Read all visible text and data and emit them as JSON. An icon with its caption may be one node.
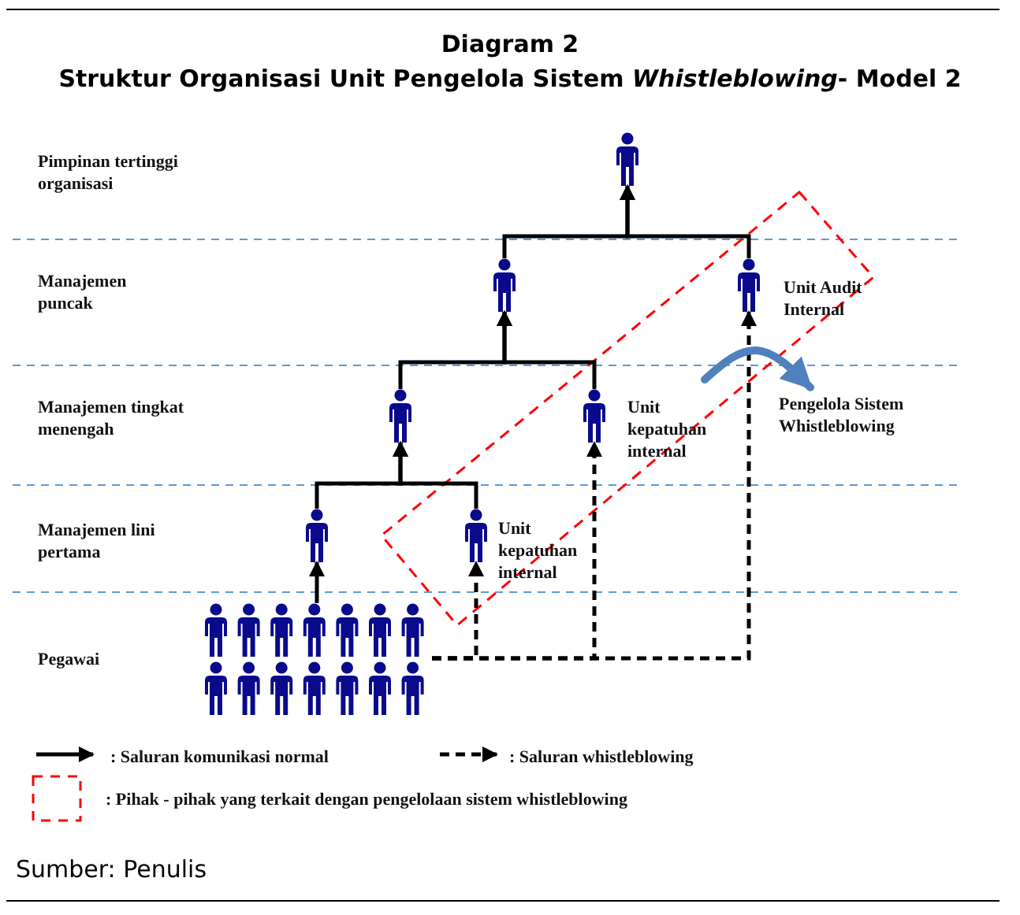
{
  "diagram": {
    "title": "Diagram 2",
    "nodes": [
      {
        "text": [],
        "shape": "person"
      },
      {
        "text": [],
        "shape": "person"
      },
      {
        "text": [],
        "shape": "person",
        "beside": [
          "Unit Audit Internal"
        ]
      },
      {
        "text": [],
        "shape": "person"
      },
      {
        "text": [],
        "shape": "person",
        "beside": [
          "Unit kepatuhan internal"
        ]
      },
      {
        "text": [],
        "shape": "person"
      },
      {
        "text": [],
        "shape": "person",
        "beside": [
          "Unit kepatuhan internal"
        ]
      },
      {
        "text": [],
        "shape": "person"
      },
      {
        "text": [
          "Pengelola Sistem Whistleblowing"
        ]
      }
    ],
    "edges": [
      {
        "from": 1,
        "to": 0,
        "arrow": "to"
      },
      {
        "from": 2,
        "to": 0,
        "arrow": "to"
      },
      {
        "from": 3,
        "to": 1,
        "arrow": "to"
      },
      {
        "from": 4,
        "to": 1,
        "arrow": "to"
      },
      {
        "from": 5,
        "to": 3,
        "arrow": "to"
      },
      {
        "from": 6,
        "to": 3,
        "arrow": "to"
      },
      {
        "from": 7,
        "to": 5,
        "arrow": "to"
      },
      {
        "from": 7,
        "to": 6,
        "arrow": "to",
        "style": "dashed"
      },
      {
        "from": 7,
        "to": 4,
        "arrow": "to",
        "style": "dashed"
      },
      {
        "from": 7,
        "to": 2,
        "arrow": "to",
        "style": "dashed"
      },
      {
        "from": null,
        "to": 8,
        "arrow": "to",
        "style": "thick",
        "color": "#4f81bd"
      }
    ],
    "labels": [
      "Struktur Organisasi Unit Pengelola Sistem *Whistleblowing*- Model 2",
      "Pimpinan tertinggi organisasi",
      "Manajemen puncak",
      "Manajemen tingkat menengah",
      "Manajemen lini pertama",
      "Pegawai"
    ],
    "legend": [
      {
        "text": ": Saluran komunikasi normal"
      },
      {
        "text": ": Saluran whistleblowing"
      },
      {
        "text": ": Pihak - pihak yang terkait dengan pengelolaan sistem whistleblowing"
      }
    ],
    "caption": "Sumber: Penulis"
  }
}
